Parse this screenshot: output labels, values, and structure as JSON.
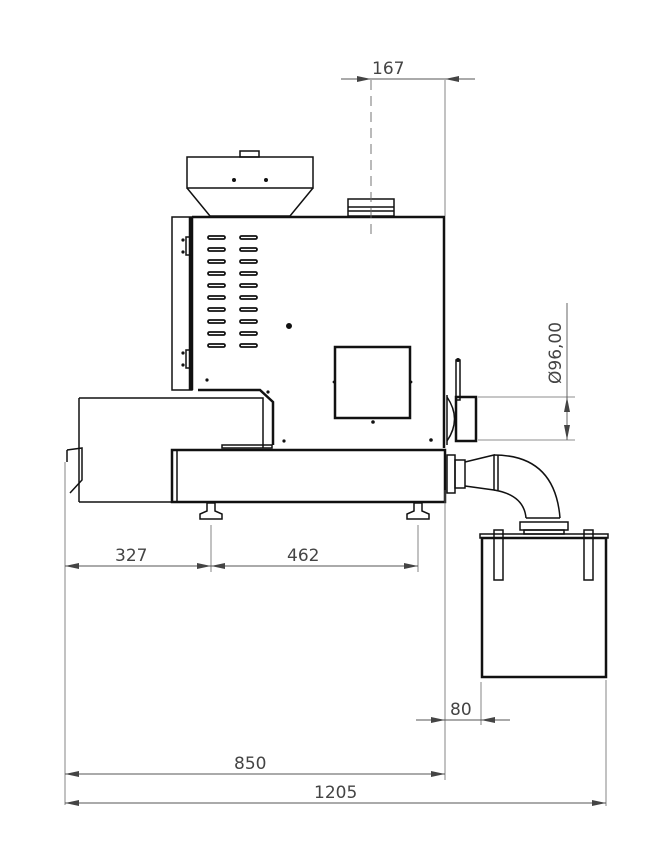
{
  "drawing": {
    "title": "Machine side view with dimensions",
    "units": "mm",
    "dimensions": {
      "outlet_offset_top": "167",
      "outlet_diameter": "Ø96,00",
      "foot_offset_left": "327",
      "foot_spacing": "462",
      "bin_offset": "80",
      "body_width": "850",
      "total_width": "1205"
    },
    "components": [
      "hopper",
      "top-outlet",
      "main-housing",
      "side-door",
      "vent-slots",
      "inspection-panel",
      "front-tray",
      "base-frame",
      "adjustable-feet",
      "side-fan",
      "elbow-duct",
      "collection-bin"
    ]
  }
}
